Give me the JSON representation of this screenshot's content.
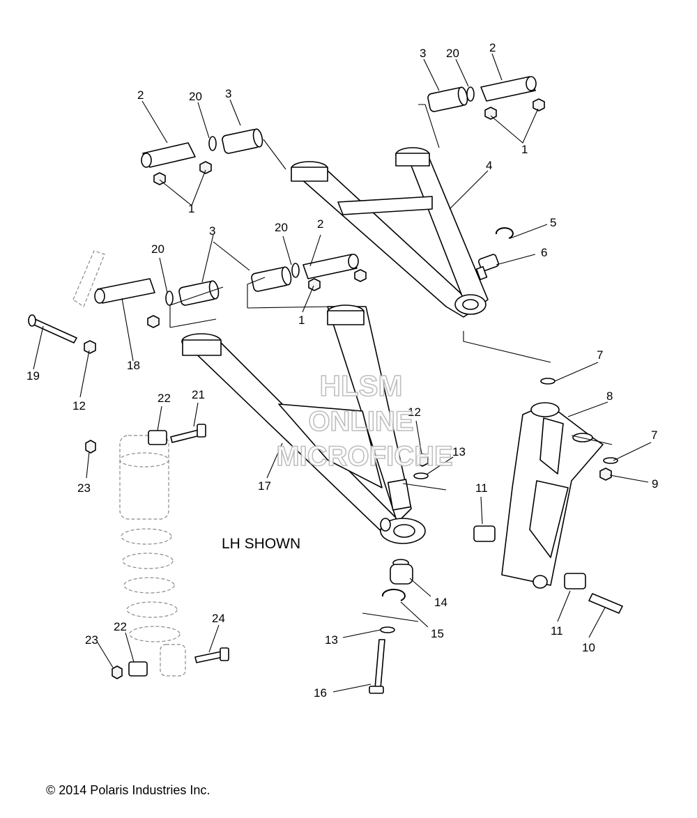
{
  "callouts": {
    "1": "1",
    "2": "2",
    "3": "3",
    "4": "4",
    "5": "5",
    "6": "6",
    "7": "7",
    "8": "8",
    "9": "9",
    "10": "10",
    "11": "11",
    "12": "12",
    "13": "13",
    "14": "14",
    "15": "15",
    "16": "16",
    "17": "17",
    "18": "18",
    "19": "19",
    "20": "20",
    "21": "21",
    "22": "22",
    "23": "23",
    "24": "24"
  },
  "watermark": {
    "line1": "HLSM",
    "line2": "ONLINE",
    "line3": "MICROFICHE"
  },
  "notes": {
    "lh_shown": "LH SHOWN",
    "copyright": "© 2014 Polaris Industries Inc."
  }
}
